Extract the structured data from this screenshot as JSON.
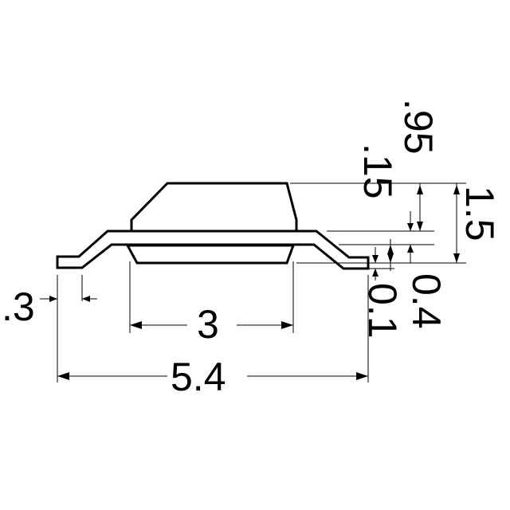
{
  "diagram": {
    "dimensions": {
      "lead_width": ".3",
      "body_width": "3",
      "overall_length": "5.4",
      "body_top_height": ".95",
      "lead_thickness": ".15",
      "total_height": "1.5",
      "standoff_height": "0.4",
      "standoff_min": "0.1"
    }
  }
}
